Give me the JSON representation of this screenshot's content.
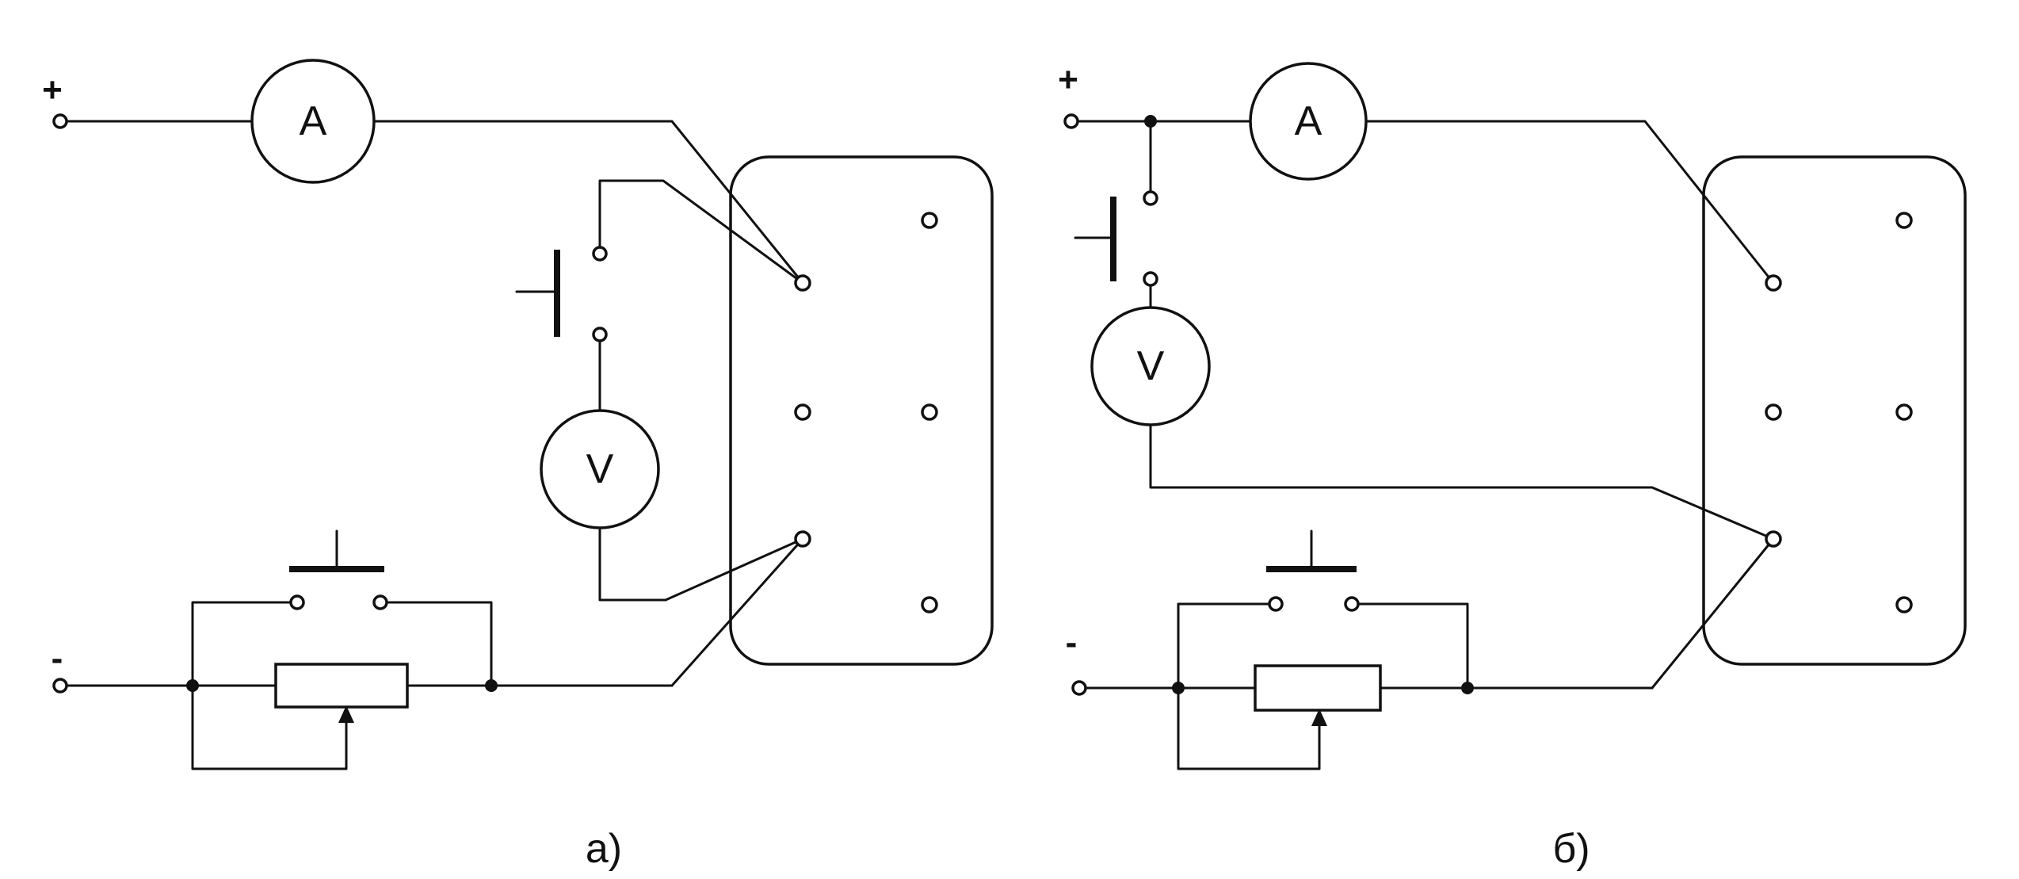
{
  "diagrams": [
    {
      "id": "a",
      "caption": "а)",
      "plus_label": "+",
      "minus_label": "-",
      "ammeter_label": "A",
      "voltmeter_label": "V"
    },
    {
      "id": "b",
      "caption": "б)",
      "plus_label": "+",
      "minus_label": "-",
      "ammeter_label": "A",
      "voltmeter_label": "V"
    }
  ]
}
